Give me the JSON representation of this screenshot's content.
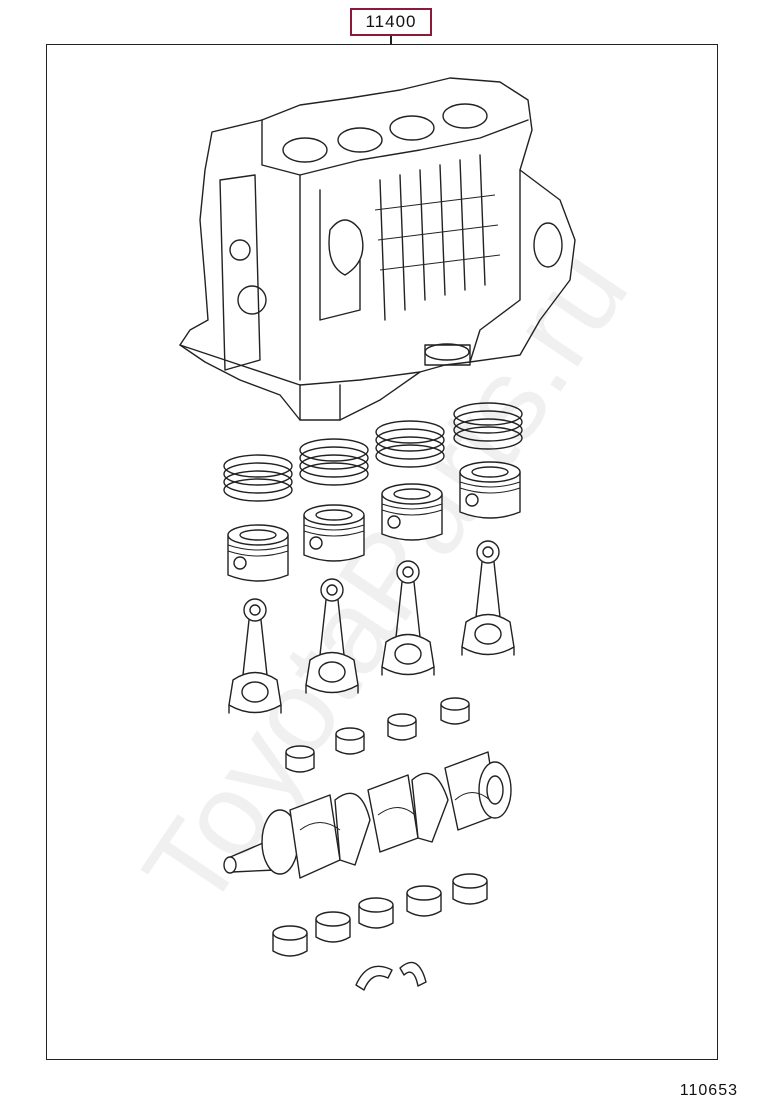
{
  "callout": {
    "part_number": "11400",
    "border_color": "#8b1a3a"
  },
  "figure_number": "110653",
  "watermark": "ToyotaParts.ru",
  "colors": {
    "line": "#222222",
    "background": "#ffffff"
  }
}
